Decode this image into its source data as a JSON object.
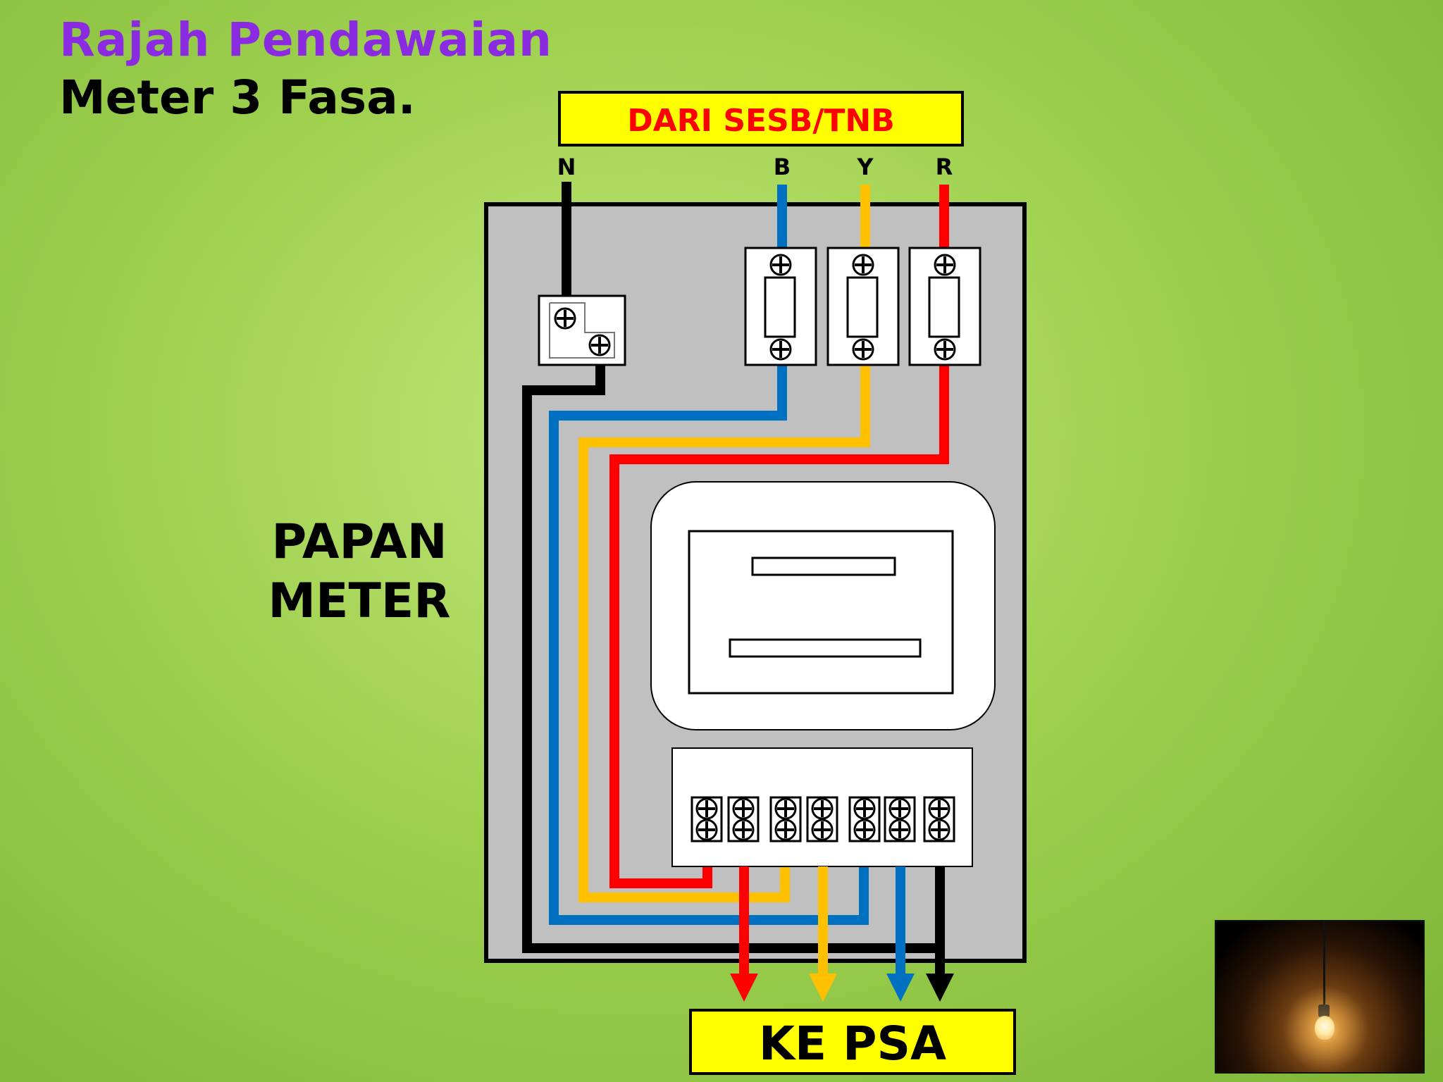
{
  "title": {
    "line1": "Rajah Pendawaian",
    "line2": "Meter 3 Fasa."
  },
  "source_label": "DARI SESB/TNB",
  "wire_labels": {
    "neutral": "N",
    "blue": "B",
    "yellow": "Y",
    "red": "R"
  },
  "board_label": {
    "line1": "PAPAN",
    "line2": "METER"
  },
  "destination_label": "KE PSA",
  "colors": {
    "red": "#ff0000",
    "yellow": "#ffc000",
    "blue": "#0070c0",
    "black": "#000000",
    "label_fill": "#ffff00",
    "source_text": "#ff0000",
    "title_purple": "#8a2be2",
    "board": "#c0c0c0"
  },
  "icons": {
    "lamp_image": "hanging-light-bulb-icon",
    "screw": "screw-terminal-icon",
    "arrow": "arrow-down-icon"
  }
}
